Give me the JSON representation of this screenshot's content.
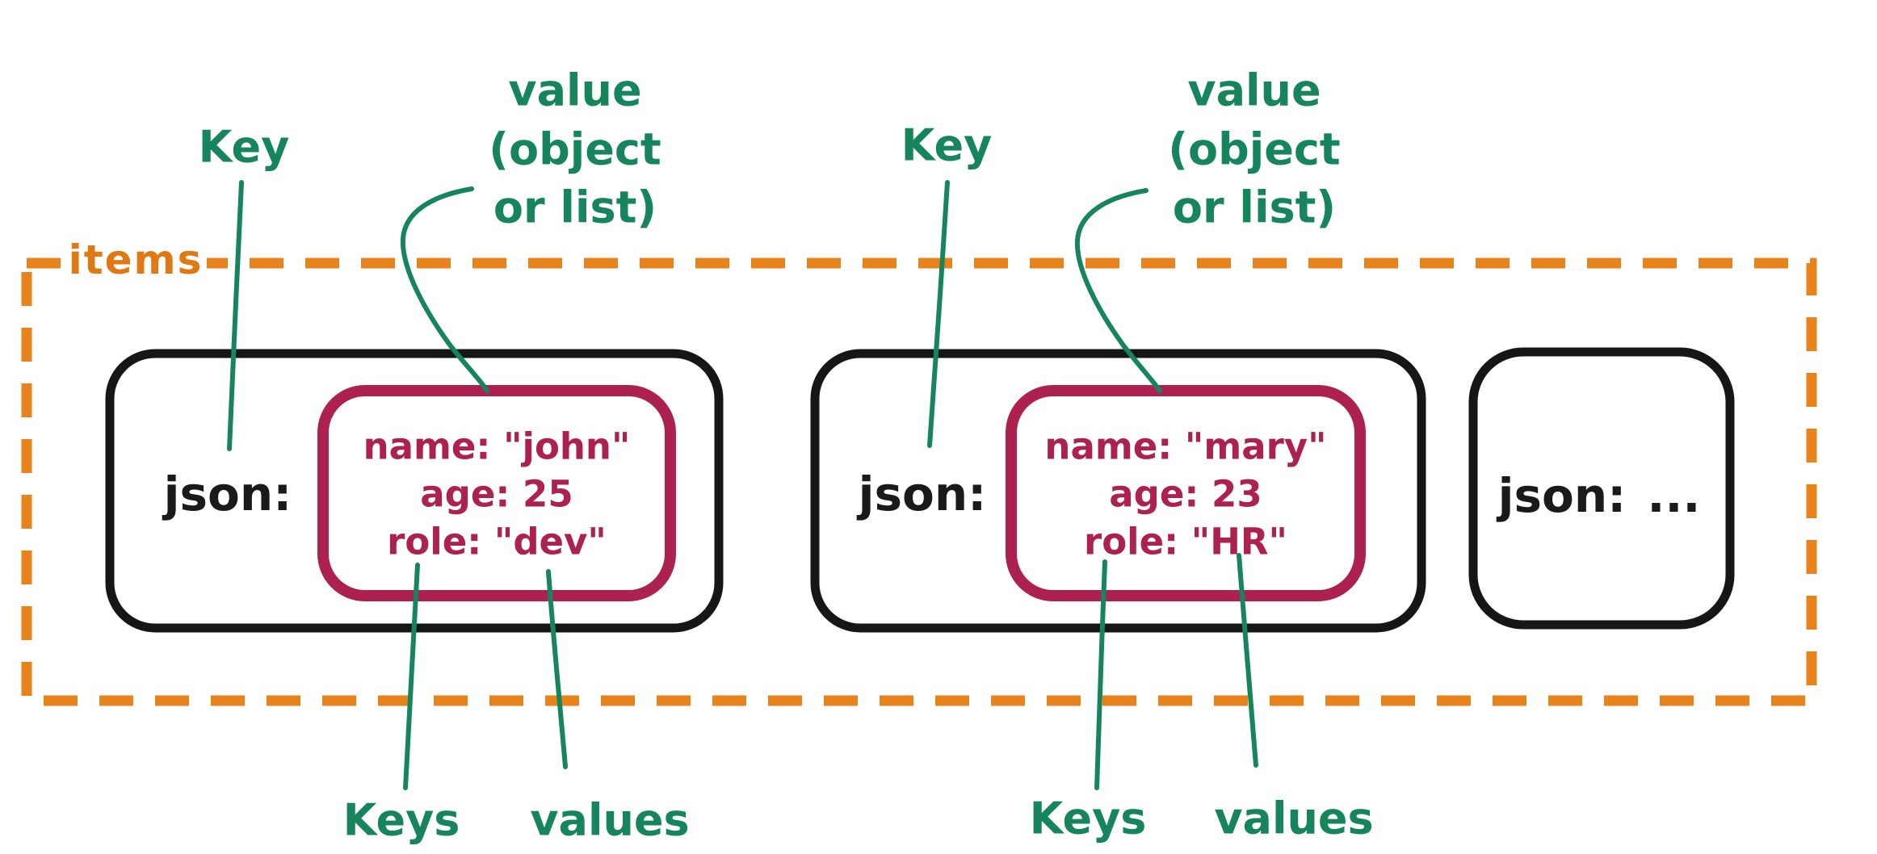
{
  "palette": {
    "annotation_green": "#17855b",
    "boundary_orange": "#e8821b",
    "object_crimson": "#ad2150",
    "record_ink": "#1a1a1a"
  },
  "items_box": {
    "label": "items"
  },
  "annotations": {
    "key": "Key",
    "value_lines": [
      "value",
      "(object",
      "or list)"
    ],
    "keys": "Keys",
    "values": "values"
  },
  "records": [
    {
      "key": "json:",
      "object_fields": [
        "name: \"john\"",
        "age: 25",
        "role: \"dev\""
      ]
    },
    {
      "key": "json:",
      "object_fields": [
        "name: \"mary\"",
        "age: 23",
        "role: \"HR\""
      ]
    },
    {
      "key": "json:",
      "more_indicator": "..."
    }
  ]
}
